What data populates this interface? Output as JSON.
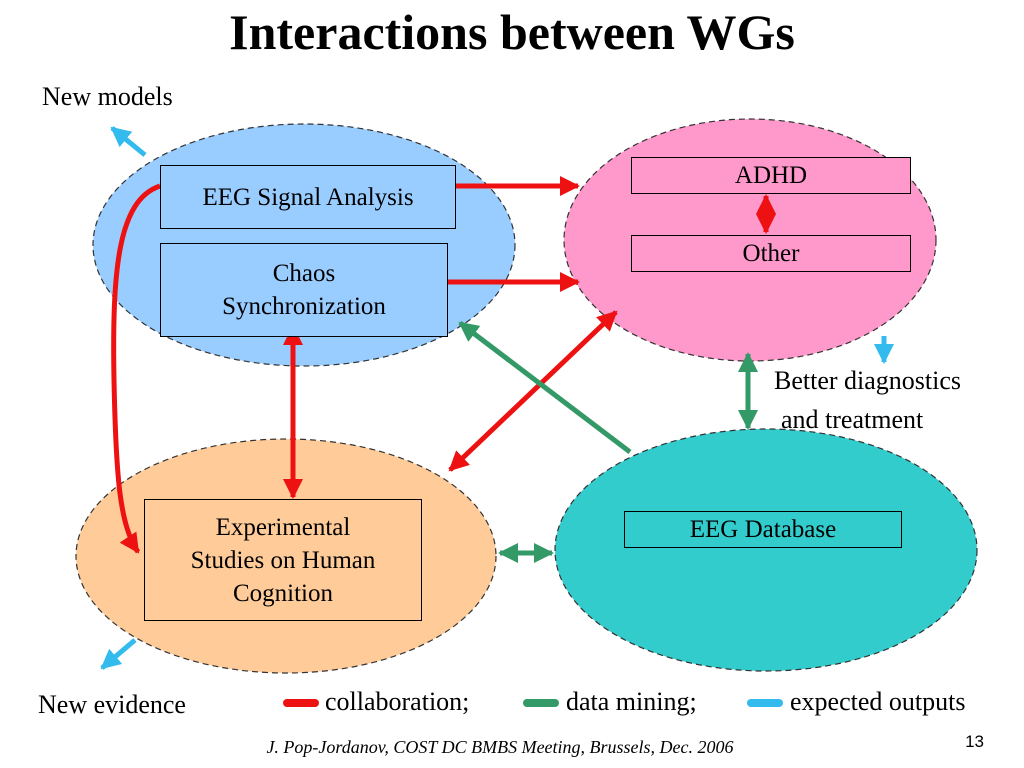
{
  "slide": {
    "title": "Interactions between WGs",
    "footer": "J. Pop-Jordanov, COST DC BMBS Meeting, Brussels, Dec. 2006",
    "page_number": "13"
  },
  "outputs": {
    "new_models": "New models",
    "new_evidence": "New evidence",
    "better_line1": "Better diagnostics",
    "better_line2": "and treatment"
  },
  "groups": {
    "eeg_signal_analysis": "EEG Signal Analysis",
    "chaos_line1": "Chaos",
    "chaos_line2": "Synchronization",
    "adhd": "ADHD",
    "other": "Other",
    "experimental_line1": "Experimental",
    "experimental_line2": "Studies on Human",
    "experimental_line3": "Cognition",
    "eeg_database": "EEG Database"
  },
  "legend": {
    "collaboration": "collaboration;",
    "data_mining": "data mining;",
    "expected_outputs": "expected outputs"
  },
  "colors": {
    "collaboration": "#ee1111",
    "data_mining": "#339966",
    "expected_outputs": "#33bbee",
    "blue_group": "#99ccff",
    "pink_group": "#ff99cc",
    "orange_group": "#ffcc99",
    "teal_group": "#33cccc"
  }
}
